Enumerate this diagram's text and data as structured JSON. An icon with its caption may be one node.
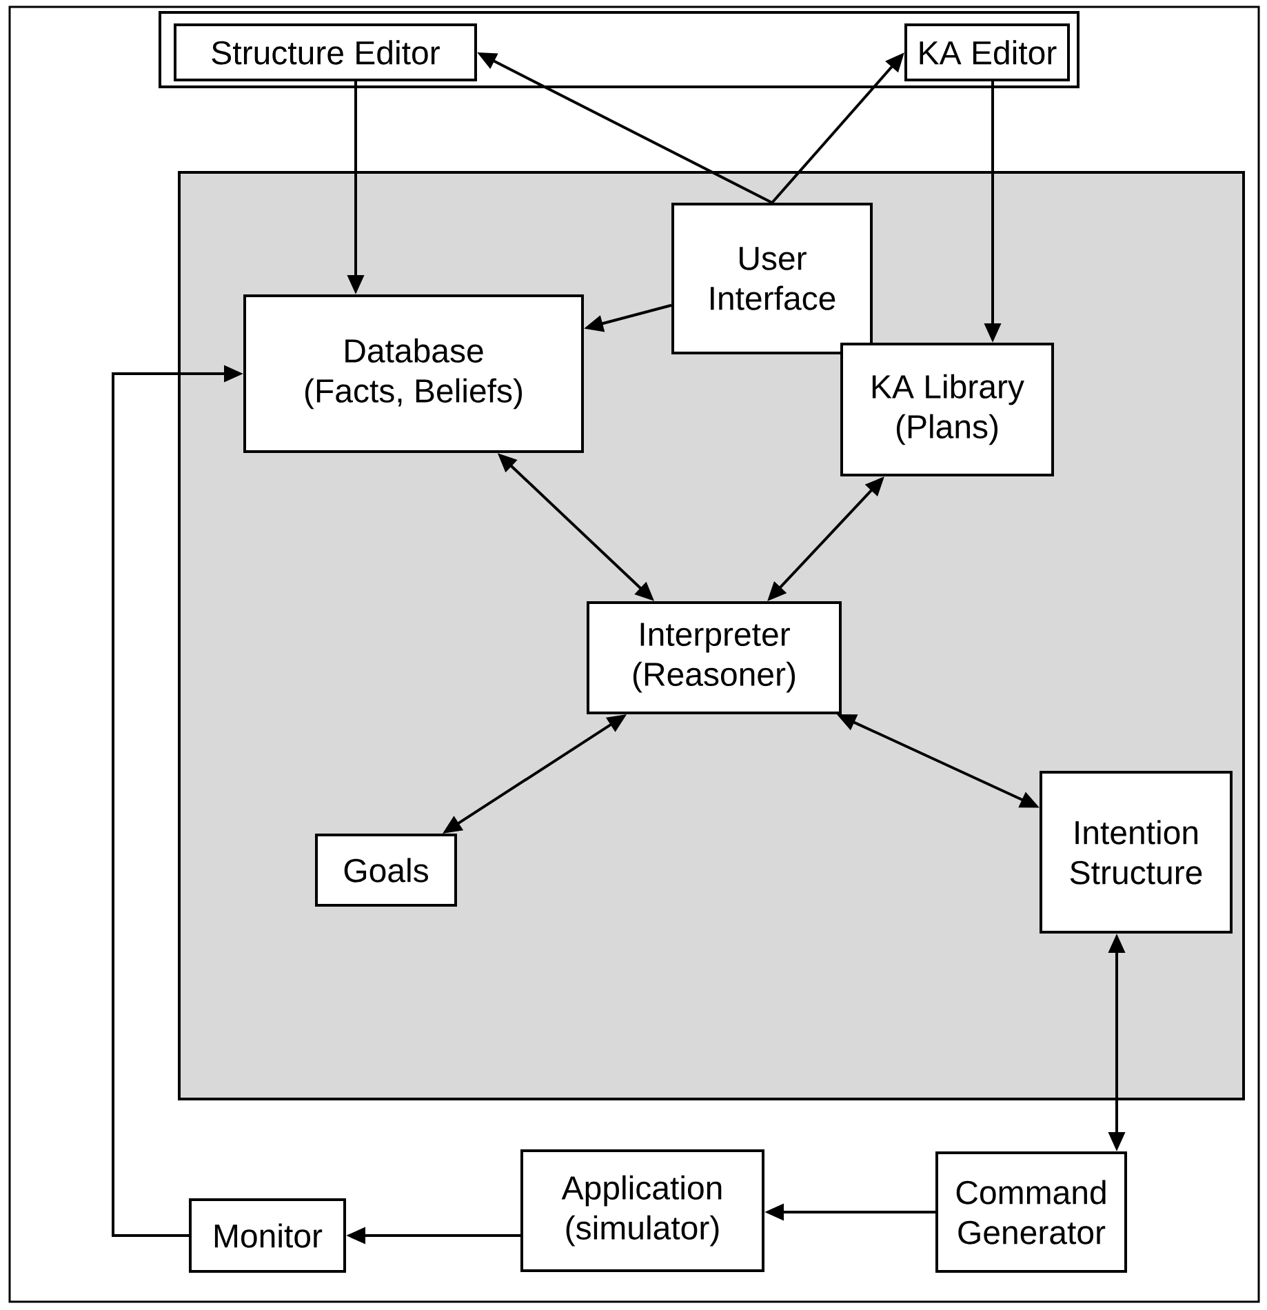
{
  "diagram": {
    "nodes": [
      {
        "text": [],
        "shape": "box"
      },
      {
        "text": [
          "Structure Editor"
        ],
        "in": 0
      },
      {
        "text": [
          "KA Editor"
        ],
        "in": 0
      },
      {
        "text": [],
        "shape": "box"
      },
      {
        "text": [
          "User Interface"
        ],
        "in": 3
      },
      {
        "text": [
          "Database",
          "(Facts, Beliefs)"
        ],
        "in": 3
      },
      {
        "text": [
          "KA Library",
          "(Plans)"
        ],
        "in": 3
      },
      {
        "text": [
          "Interpreter",
          "(Reasoner)"
        ],
        "in": 3
      },
      {
        "text": [
          "Goals"
        ],
        "in": 3
      },
      {
        "text": [
          "Intention Structure"
        ],
        "in": 3
      },
      {
        "text": [
          "Monitor"
        ]
      },
      {
        "text": [
          "Application",
          "(simulator)"
        ]
      },
      {
        "text": [
          "Command Generator"
        ]
      }
    ],
    "edges": [
      {
        "from": 4,
        "to": 1,
        "arrow": "to"
      },
      {
        "from": 4,
        "to": 2,
        "arrow": "to"
      },
      {
        "from": 4,
        "to": 5,
        "arrow": "to"
      },
      {
        "from": 1,
        "to": 5,
        "arrow": "to"
      },
      {
        "from": 2,
        "to": 6,
        "arrow": "to"
      },
      {
        "from": 5,
        "to": 7,
        "arrow": "both"
      },
      {
        "from": 6,
        "to": 7,
        "arrow": "both"
      },
      {
        "from": 7,
        "to": 8,
        "arrow": "both"
      },
      {
        "from": 7,
        "to": 9,
        "arrow": "both"
      },
      {
        "from": 9,
        "to": 12,
        "arrow": "both"
      },
      {
        "from": 12,
        "to": 11,
        "arrow": "to"
      },
      {
        "from": 11,
        "to": 10,
        "arrow": "to"
      },
      {
        "from": 10,
        "to": 5,
        "arrow": "to"
      }
    ]
  }
}
